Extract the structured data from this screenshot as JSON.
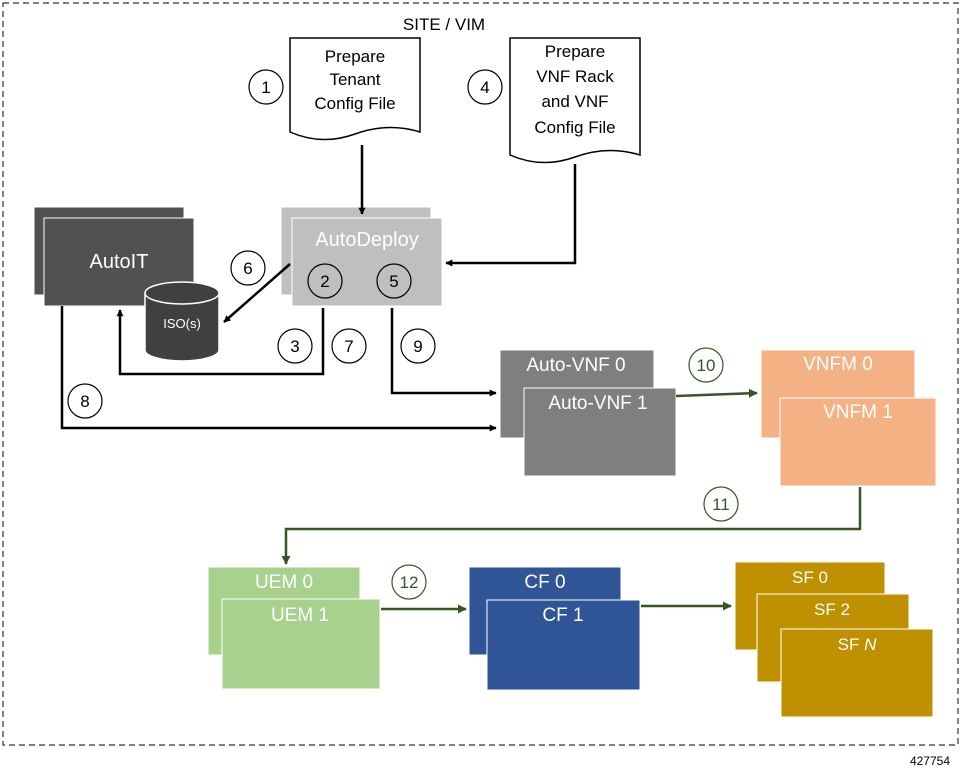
{
  "site_label": "SITE / VIM",
  "figure_id": "427754",
  "docs": {
    "tenant_config": [
      "Prepare",
      "Tenant",
      "Config File"
    ],
    "vnf_config": [
      "Prepare",
      "VNF Rack",
      "and VNF",
      "Config File"
    ]
  },
  "nodes": {
    "autoit": "AutoIT",
    "autodeploy": "AutoDeploy",
    "iso": "ISO(s)",
    "autovnf_0": "Auto-VNF 0",
    "autovnf_1": "Auto-VNF 1",
    "vnfm_0": "VNFM 0",
    "vnfm_1": "VNFM 1",
    "uem_0": "UEM 0",
    "uem_1": "UEM 1",
    "cf_0": "CF 0",
    "cf_1": "CF 1",
    "sf_0": "SF 0",
    "sf_2": "SF 2",
    "sf_n_prefix": "SF ",
    "sf_n_italic": "N"
  },
  "steps": {
    "s1": "1",
    "s2": "2",
    "s3": "3",
    "s4": "4",
    "s5": "5",
    "s6": "6",
    "s7": "7",
    "s8": "8",
    "s9": "9",
    "s10": "10",
    "s11": "11",
    "s12": "12"
  },
  "colors": {
    "autoit": "#515151",
    "autodeploy": "#bfbfbf",
    "iso": "#404040",
    "autovnf": "#7f7f7f",
    "vnfm": "#f4b183",
    "uem": "#a9d18e",
    "cf": "#2f5597",
    "sf": "#bf9000",
    "green_arrow": "#375623",
    "black_arrow": "#000000"
  }
}
